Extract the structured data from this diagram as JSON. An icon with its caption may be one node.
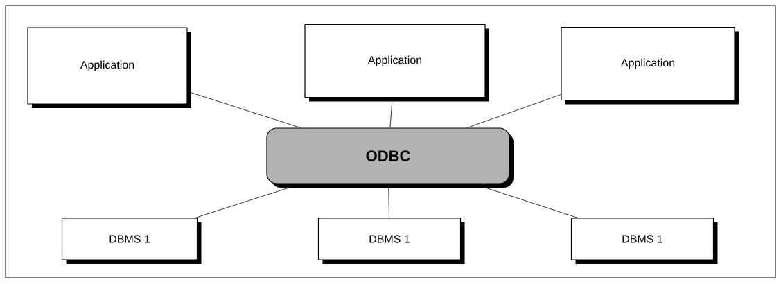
{
  "diagram": {
    "nodes": [
      {
        "text": [
          "Application"
        ]
      },
      {
        "text": [
          "Application"
        ]
      },
      {
        "text": [
          "Application"
        ]
      },
      {
        "text": [
          "ODBC"
        ]
      },
      {
        "text": [
          "DBMS 1"
        ]
      },
      {
        "text": [
          "DBMS 1"
        ]
      },
      {
        "text": [
          "DBMS 1"
        ]
      }
    ],
    "edges": [
      {
        "from": 0,
        "to": 3,
        "arrow": "none"
      },
      {
        "from": 1,
        "to": 3,
        "arrow": "none"
      },
      {
        "from": 2,
        "to": 3,
        "arrow": "none"
      },
      {
        "from": 3,
        "to": 4,
        "arrow": "none"
      },
      {
        "from": 3,
        "to": 5,
        "arrow": "none"
      },
      {
        "from": 3,
        "to": 6,
        "arrow": "none"
      }
    ]
  }
}
